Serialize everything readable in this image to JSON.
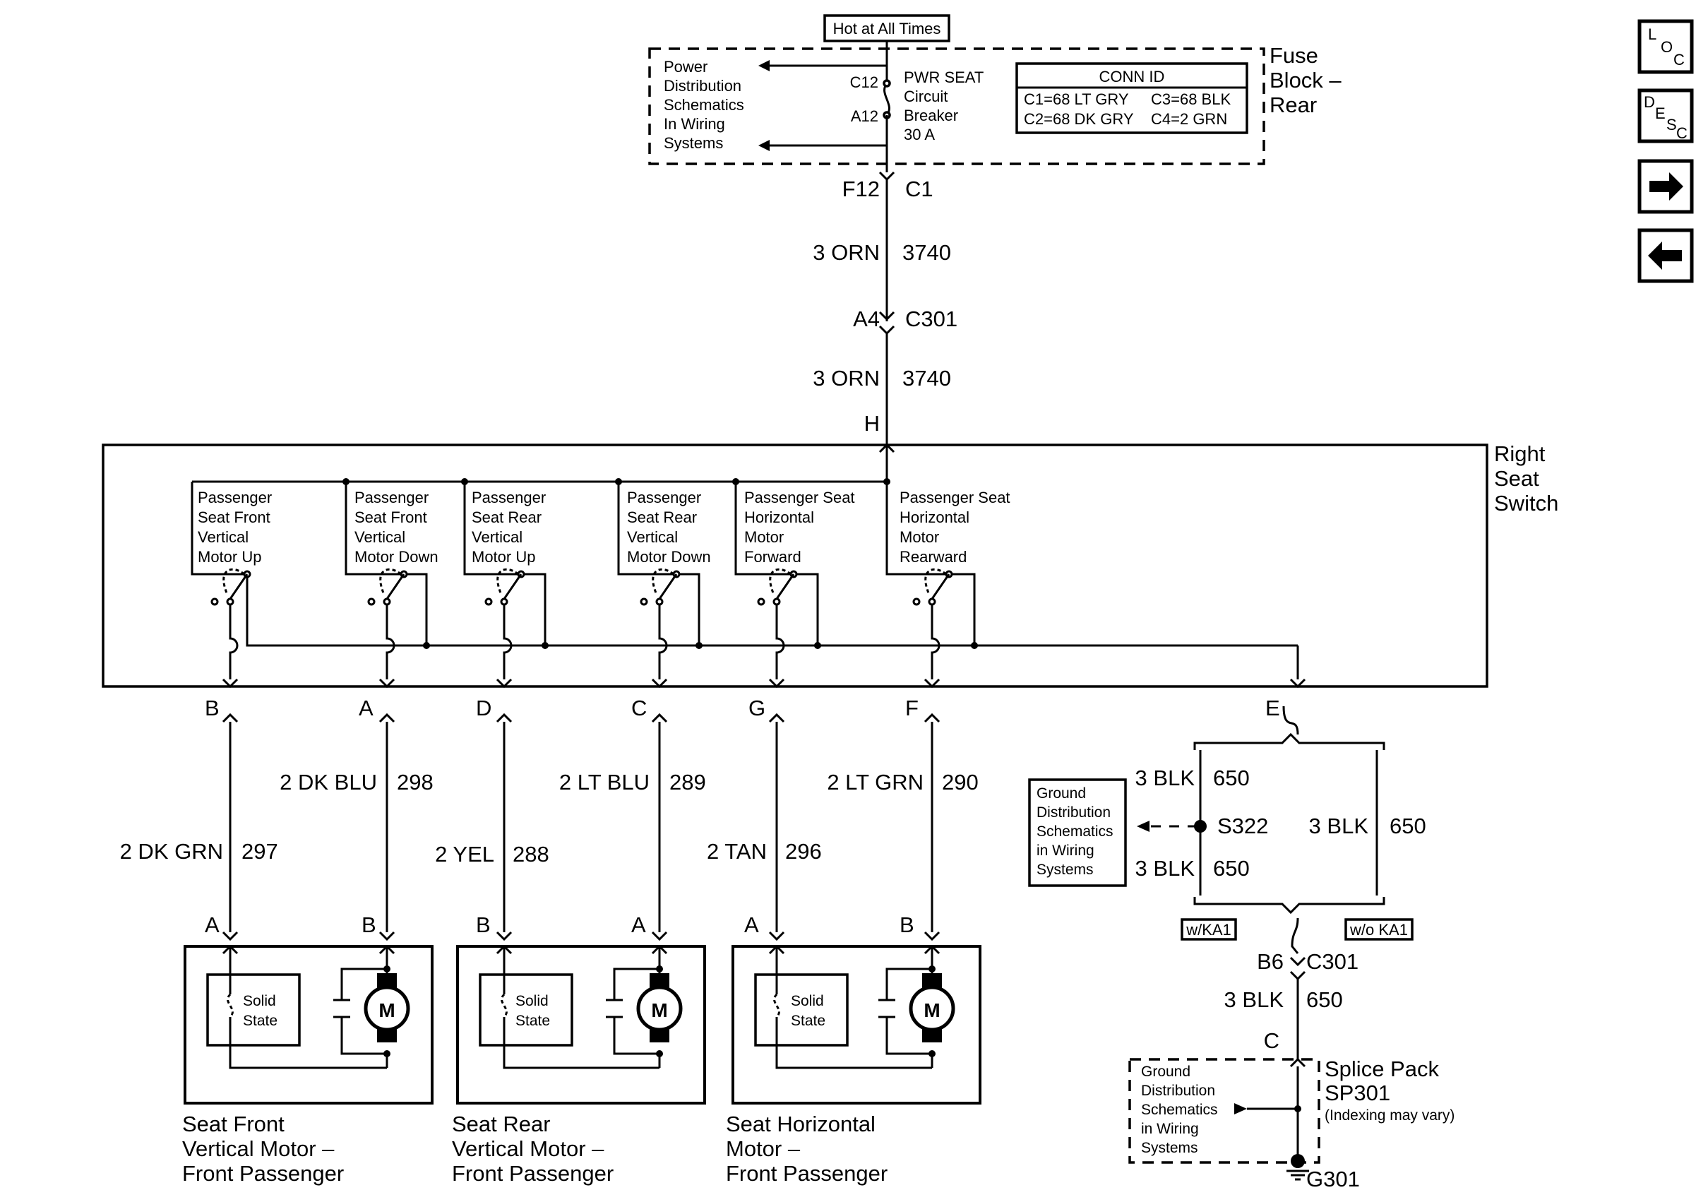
{
  "fuse_block": {
    "hot_label": "Hot at All Times",
    "title": [
      "Fuse",
      "Block –",
      "Rear"
    ],
    "power_dist": [
      "Power",
      "Distribution",
      "Schematics",
      "In Wiring",
      "Systems"
    ],
    "pin_top": "C12",
    "pin_bottom": "A12",
    "breaker": [
      "PWR SEAT",
      "Circuit",
      "Breaker",
      "30 A"
    ],
    "conn_id": {
      "title": "CONN ID",
      "c1": "C1=68 LT GRY",
      "c2": "C2=68 DK GRY",
      "c3": "C3=68 BLK",
      "c4": "C4=2 GRN"
    }
  },
  "feed": {
    "f12": "F12",
    "c1": "C1",
    "wire1_color": "3 ORN",
    "wire1_num": "3740",
    "a4": "A4",
    "c301": "C301",
    "wire2_color": "3 ORN",
    "wire2_num": "3740",
    "h": "H"
  },
  "switch": {
    "title": [
      "Right",
      "Seat",
      "Switch"
    ],
    "sections": [
      [
        "Passenger",
        "Seat Front",
        "Vertical",
        "Motor Up"
      ],
      [
        "Passenger",
        "Seat Front",
        "Vertical",
        "Motor Down"
      ],
      [
        "Passenger",
        "Seat Rear",
        "Vertical",
        "Motor Up"
      ],
      [
        "Passenger",
        "Seat Rear",
        "Vertical",
        "Motor Down"
      ],
      [
        "Passenger Seat",
        "Horizontal",
        "Motor",
        "Forward"
      ],
      [
        "Passenger Seat",
        "Horizontal",
        "Motor",
        "Rearward"
      ]
    ],
    "pins": [
      "B",
      "A",
      "D",
      "C",
      "G",
      "F",
      "E"
    ]
  },
  "wires": [
    {
      "color": "2 DK GRN",
      "num": "297"
    },
    {
      "color": "2 DK BLU",
      "num": "298"
    },
    {
      "color": "2 YEL",
      "num": "288"
    },
    {
      "color": "2 LT BLU",
      "num": "289"
    },
    {
      "color": "2 TAN",
      "num": "296"
    },
    {
      "color": "2 LT GRN",
      "num": "290"
    }
  ],
  "motors": [
    {
      "pin_left": "A",
      "pin_right": "B",
      "solid": [
        "Solid",
        "State"
      ],
      "m": "M",
      "name": [
        "Seat Front",
        "Vertical Motor –",
        "Front Passenger"
      ]
    },
    {
      "pin_left": "B",
      "pin_right": "A",
      "solid": [
        "Solid",
        "State"
      ],
      "m": "M",
      "name": [
        "Seat Rear",
        "Vertical Motor –",
        "Front Passenger"
      ]
    },
    {
      "pin_left": "A",
      "pin_right": "B",
      "solid": [
        "Solid",
        "State"
      ],
      "m": "M",
      "name": [
        "Seat Horizontal",
        "Motor –",
        "Front Passenger"
      ]
    }
  ],
  "ground": {
    "gd_box": [
      "Ground",
      "Distribution",
      "Schematics",
      "in Wiring",
      "Systems"
    ],
    "w1_color": "3 BLK",
    "w1_num": "650",
    "splice": "S322",
    "w2_color": "3 BLK",
    "w2_num": "650",
    "w3_color": "3 BLK",
    "w3_num": "650",
    "with_ka1": "w/KA1",
    "without_ka1": "w/o KA1",
    "b6": "B6",
    "c301": "C301",
    "w4_color": "3 BLK",
    "w4_num": "650",
    "c": "C",
    "splice_pack": [
      "Splice Pack",
      "SP301",
      "(Indexing may vary)"
    ],
    "gd_box2": [
      "Ground",
      "Distribution",
      "Schematics",
      "in Wiring",
      "Systems"
    ],
    "g301": "G301"
  },
  "nav": {
    "loc": [
      "L",
      "O",
      "C"
    ],
    "desc": [
      "D",
      "E",
      "S",
      "C"
    ]
  }
}
